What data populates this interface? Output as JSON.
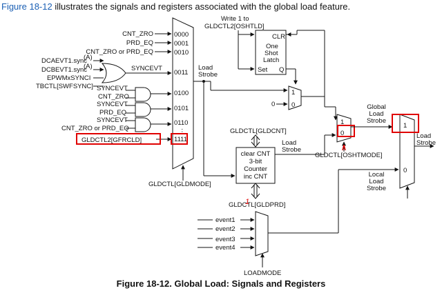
{
  "intro": {
    "figure_ref": "Figure 18-12",
    "text": " illustrates the signals and registers associated with the global load feature."
  },
  "inputs": {
    "cnt_zro": "CNT_ZRO",
    "prd_eq": "PRD_EQ",
    "cnt_zro_or_prd_eq": "CNT_ZRO or PRD_EQ",
    "dcaevt1": "DCAEVT1.sync",
    "dcbevt1": "DCBEVT1.sync",
    "sync_superscript": "(A)",
    "epwmxsynci": "EPWMxSYNCI",
    "tbctl_swfsync": "TBCTL[SWFSYNC]",
    "syncevt": "SYNCEVT",
    "g1_a": "SYNCEVT",
    "g1_b": "CNT_ZRO",
    "g2_a": "SYNCEVT",
    "g2_b": "PRD_EQ",
    "g3_a": "SYNCEVT",
    "g3_b": "CNT_ZRO or PRD_EQ",
    "gfrcld": "GLDCTL2[GFRCLD]"
  },
  "mux_codes": [
    "0000",
    "0001",
    "0010",
    "0011",
    "0100",
    "0101",
    "0110",
    "1111"
  ],
  "mux_ellipsis": "⋮",
  "gldmode": "GLDCTL[GLDMODE]",
  "load_strobe_1": "Load",
  "load_strobe_2": "Strobe",
  "write1_line1": "Write 1 to",
  "write1_line2": "GLDCTL2[OSHTLD]",
  "latch": {
    "clr": "CLR",
    "line1": "One",
    "line2": "Shot",
    "line3": "Latch",
    "set": "Set",
    "q": "Q"
  },
  "mux_bits": {
    "one": "1",
    "zero": "0"
  },
  "zero_input": "0",
  "gldcnt": "GLDCTL[GLDCNT]",
  "counter": {
    "line1": "clear CNT",
    "line2": "3-bit",
    "line3": "Counter",
    "line4": "inc CNT"
  },
  "counter_load_1": "Load",
  "counter_load_2": "Strobe",
  "oshtmode": "GLDCTL[OSHTMODE]",
  "gldprd": "GLDCTL[GLDPRD]",
  "handwritten_mark": "1",
  "global_load_strobe": [
    "Global",
    "Load",
    "Strobe"
  ],
  "local_load_strobe": [
    "Local",
    "Load",
    "Strobe"
  ],
  "output_load_strobe": [
    "Load",
    "Strobe"
  ],
  "events": [
    "event1",
    "event2",
    "event3",
    "event4"
  ],
  "loadmode": "LOADMODE",
  "caption": "Figure 18-12. Global Load: Signals and Registers"
}
